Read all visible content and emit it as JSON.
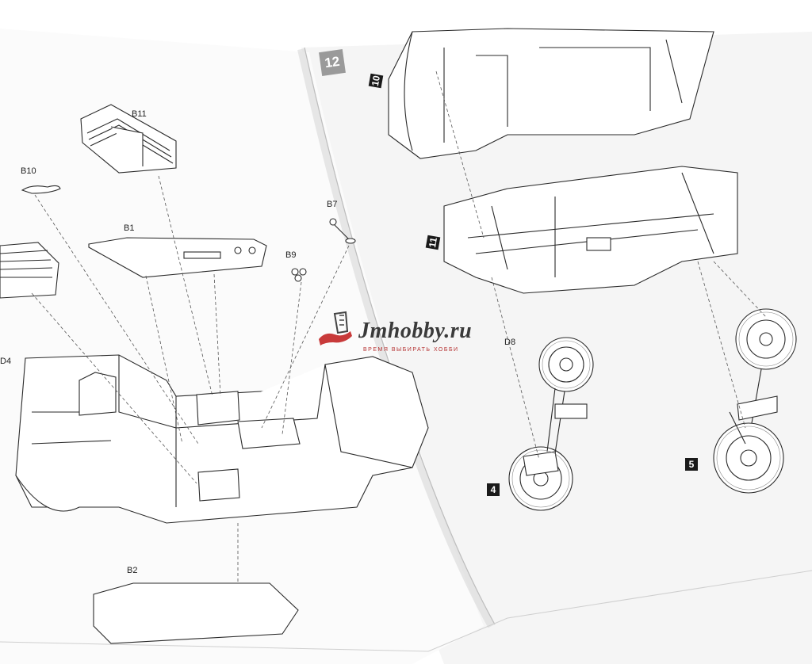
{
  "image": {
    "description_color_background": "#ffffff",
    "accent": "#c83a3a"
  },
  "left_page": {
    "labels": {
      "b11": "B11",
      "b10": "B10",
      "b7": "B7",
      "b1": "B1",
      "b9": "B9",
      "d4": "D4",
      "b2": "B2"
    }
  },
  "right_page": {
    "big_step": "12",
    "step_10": "10",
    "step_11": "11",
    "step_4": "4",
    "step_5": "5",
    "d8": "D8"
  },
  "watermark": {
    "name": "Jmhobby.ru",
    "tagline": "ВРЕМЯ ВЫБИРАТЬ ХОББИ",
    "icon": "chair-logo-icon"
  }
}
